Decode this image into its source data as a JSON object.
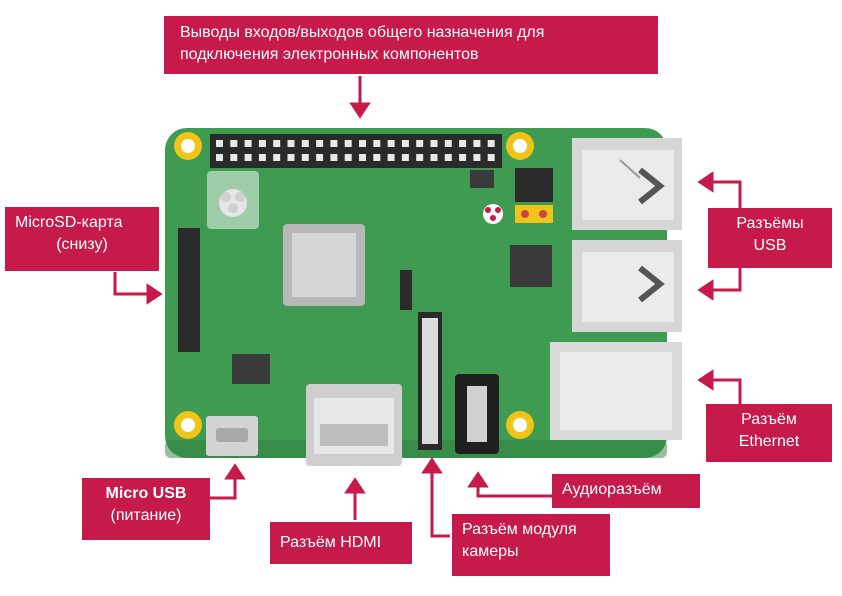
{
  "colors": {
    "label_bg": "#c51a4a",
    "board": "#3f9b51",
    "board_dark": "#2f7f3f",
    "gold": "#f0c419",
    "chip": "#3a3a3a",
    "metal": "#d9d9d9"
  },
  "labels": {
    "gpio_line1": "Выводы входов/выходов общего назначения для",
    "gpio_line2": "подключения электронных компонентов",
    "microsd_line1": "MicroSD-карта",
    "microsd_line2": "(снизу)",
    "usb_line1": "Разъёмы",
    "usb_line2": "USB",
    "ethernet_line1": "Разъём",
    "ethernet_line2": "Ethernet",
    "audio": "Аудиоразъём",
    "microusb_line1": "Micro USB",
    "microusb_line2": "(питание)",
    "hdmi": "Разъём HDMI",
    "camera_line1": "Разъём модуля",
    "camera_line2": "камеры"
  }
}
